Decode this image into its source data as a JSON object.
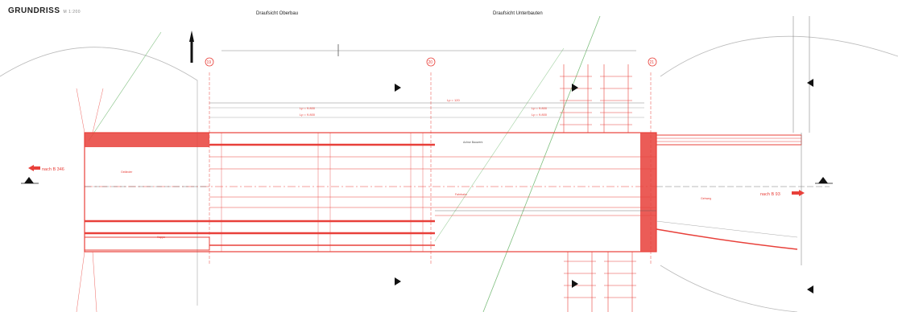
{
  "title": "GRUNDRISS",
  "scale_text": "M 1:200",
  "section_labels": {
    "upper": "Draufsicht Oberbau",
    "lower": "Draufsicht Unterbauten"
  },
  "axis_markers": [
    "19",
    "20",
    "21"
  ],
  "direction_left": "nach B 346",
  "direction_right": "nach B 93",
  "colors": {
    "accent_red": "#e8403a",
    "line_gray": "#9a9a9a",
    "dark": "#222222",
    "green": "#7fbf7f"
  },
  "icons": [
    "north-arrow-icon",
    "section-marker-icon"
  ]
}
